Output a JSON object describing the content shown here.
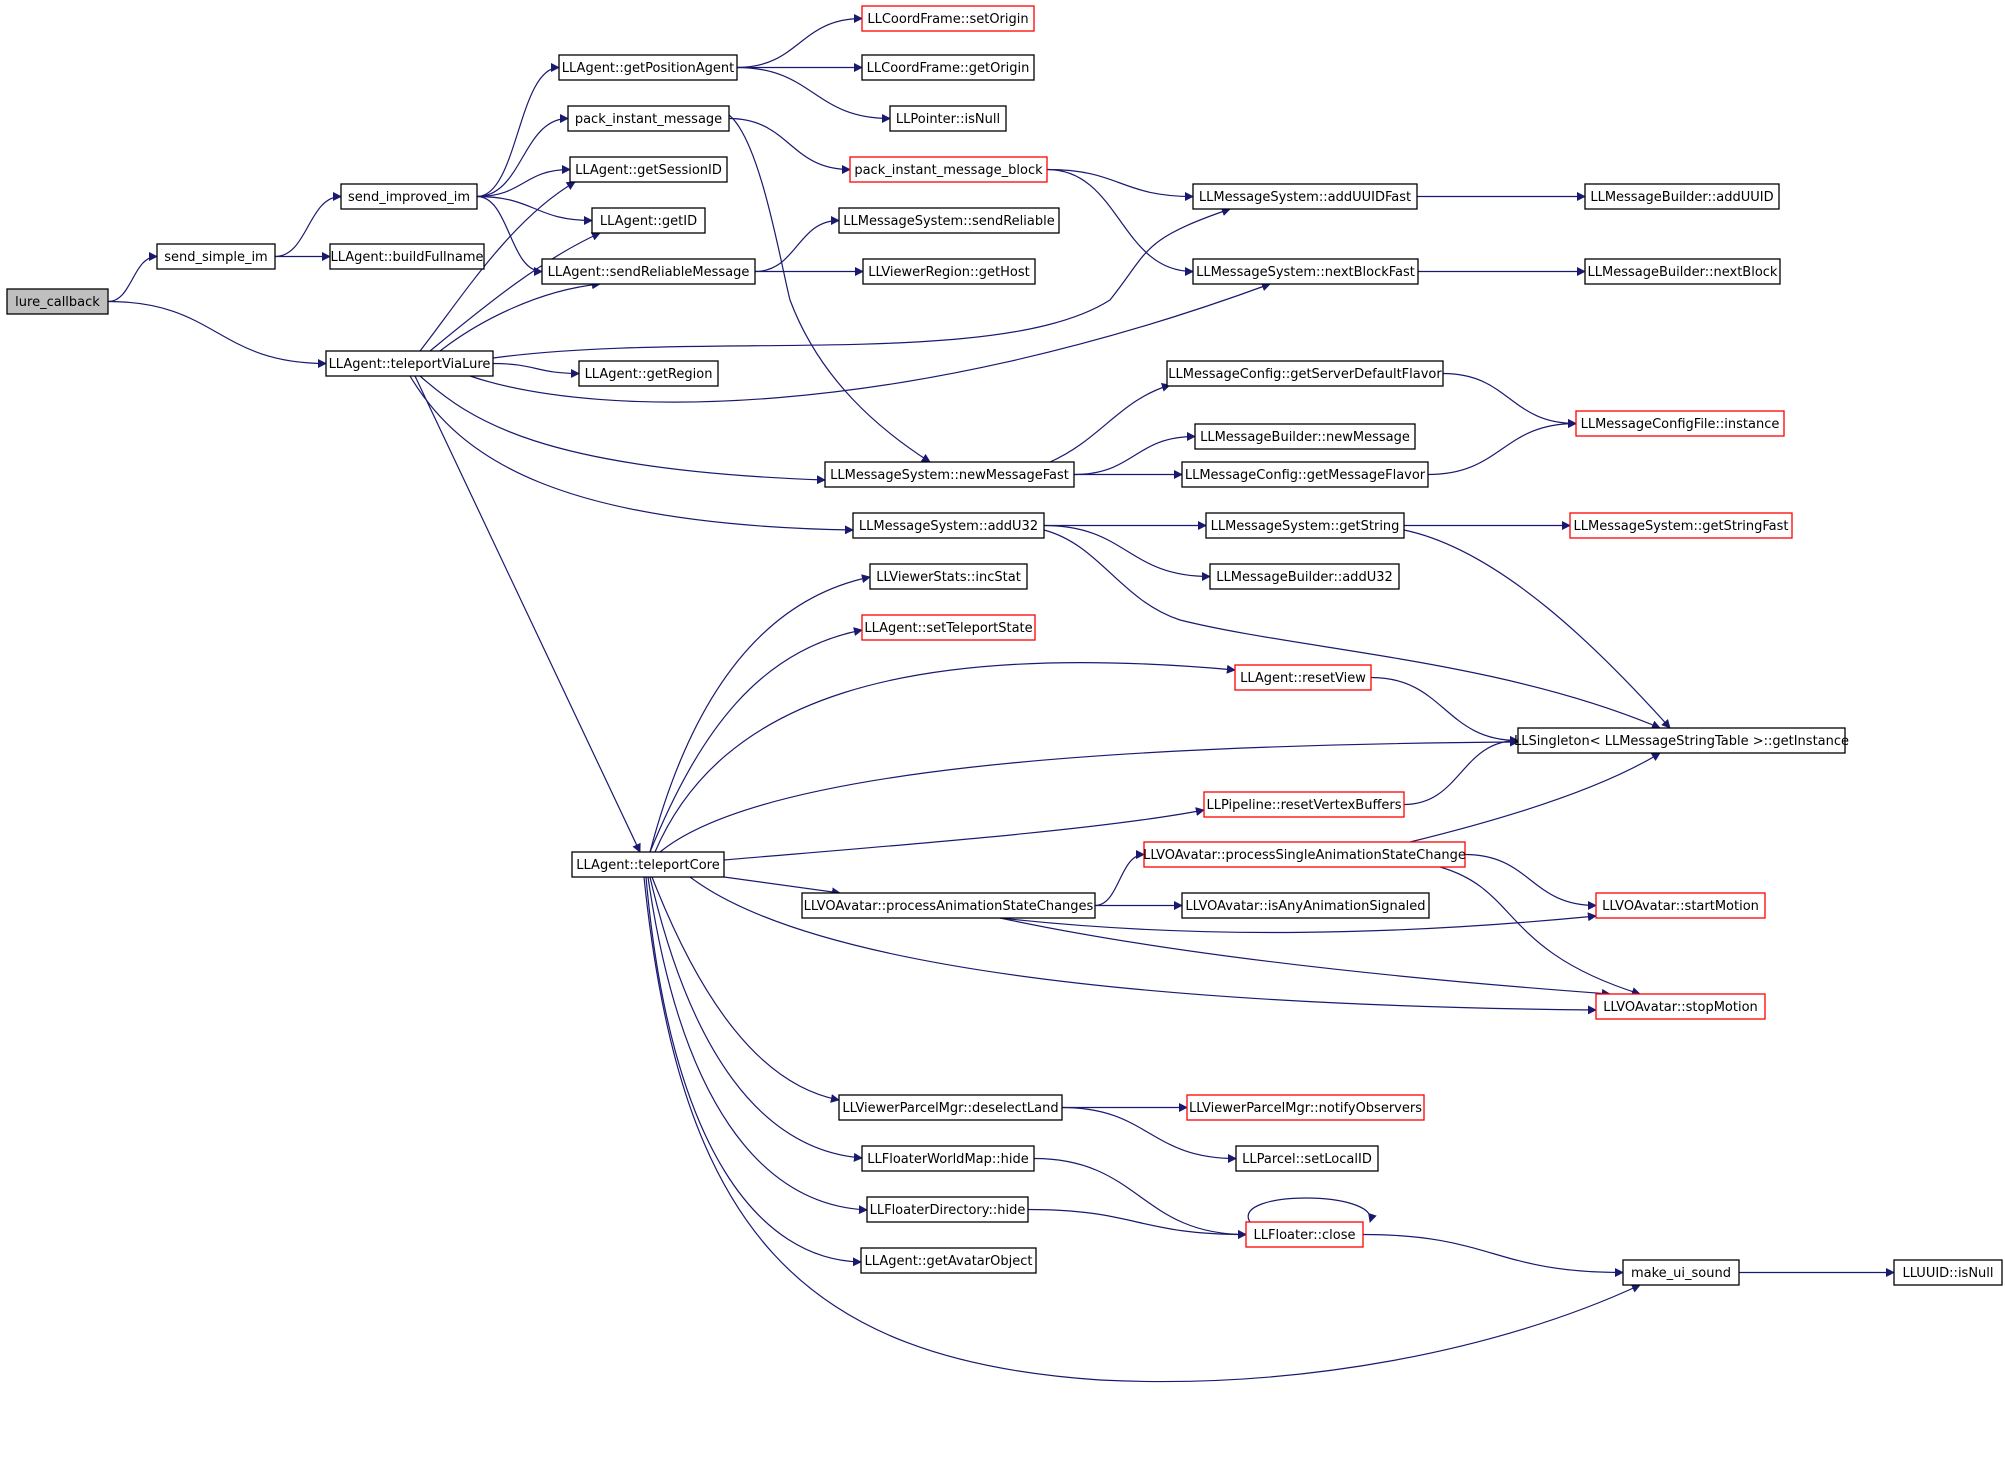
{
  "colors": {
    "background": "#ffffff",
    "edge": "#191970",
    "border_normal": "#000000",
    "border_truncated": "#ff0000",
    "root_fill": "#bfbfbf"
  },
  "nodes": [
    {
      "id": "lure_callback",
      "label": "lure_callback",
      "style": "root"
    },
    {
      "id": "send_simple_im",
      "label": "send_simple_im",
      "style": "normal"
    },
    {
      "id": "send_improved_im",
      "label": "send_improved_im",
      "style": "normal"
    },
    {
      "id": "buildFullname",
      "label": "LLAgent::buildFullname",
      "style": "normal"
    },
    {
      "id": "teleportViaLure",
      "label": "LLAgent::teleportViaLure",
      "style": "normal"
    },
    {
      "id": "getPositionAgent",
      "label": "LLAgent::getPositionAgent",
      "style": "normal"
    },
    {
      "id": "pack_instant_message",
      "label": "pack_instant_message",
      "style": "normal"
    },
    {
      "id": "getSessionID",
      "label": "LLAgent::getSessionID",
      "style": "normal"
    },
    {
      "id": "getID",
      "label": "LLAgent::getID",
      "style": "normal"
    },
    {
      "id": "sendReliableMessage",
      "label": "LLAgent::sendReliableMessage",
      "style": "normal"
    },
    {
      "id": "getRegion",
      "label": "LLAgent::getRegion",
      "style": "normal"
    },
    {
      "id": "teleportCore",
      "label": "LLAgent::teleportCore",
      "style": "normal"
    },
    {
      "id": "setOrigin",
      "label": "LLCoordFrame::setOrigin",
      "style": "truncated"
    },
    {
      "id": "getOrigin",
      "label": "LLCoordFrame::getOrigin",
      "style": "normal"
    },
    {
      "id": "ptrIsNull",
      "label": "LLPointer::isNull",
      "style": "normal"
    },
    {
      "id": "pimb",
      "label": "pack_instant_message_block",
      "style": "truncated"
    },
    {
      "id": "sendReliable",
      "label": "LLMessageSystem::sendReliable",
      "style": "normal"
    },
    {
      "id": "getHost",
      "label": "LLViewerRegion::getHost",
      "style": "normal"
    },
    {
      "id": "newMessageFast",
      "label": "LLMessageSystem::newMessageFast",
      "style": "normal"
    },
    {
      "id": "msAddU32",
      "label": "LLMessageSystem::addU32",
      "style": "normal"
    },
    {
      "id": "incStat",
      "label": "LLViewerStats::incStat",
      "style": "normal"
    },
    {
      "id": "setTeleportState",
      "label": "LLAgent::setTeleportState",
      "style": "truncated"
    },
    {
      "id": "resetView",
      "label": "LLAgent::resetView",
      "style": "truncated"
    },
    {
      "id": "resetVertexBuffers",
      "label": "LLPipeline::resetVertexBuffers",
      "style": "truncated"
    },
    {
      "id": "pasc",
      "label": "LLVOAvatar::processAnimationStateChanges",
      "style": "normal"
    },
    {
      "id": "pssc",
      "label": "LLVOAvatar::processSingleAnimationStateChange",
      "style": "truncated"
    },
    {
      "id": "deselectLand",
      "label": "LLViewerParcelMgr::deselectLand",
      "style": "normal"
    },
    {
      "id": "fwmHide",
      "label": "LLFloaterWorldMap::hide",
      "style": "normal"
    },
    {
      "id": "fdHide",
      "label": "LLFloaterDirectory::hide",
      "style": "normal"
    },
    {
      "id": "getAvatarObject",
      "label": "LLAgent::getAvatarObject",
      "style": "normal"
    },
    {
      "id": "addUUIDFast",
      "label": "LLMessageSystem::addUUIDFast",
      "style": "normal"
    },
    {
      "id": "nextBlockFast",
      "label": "LLMessageSystem::nextBlockFast",
      "style": "normal"
    },
    {
      "id": "getServerDefaultFlavor",
      "label": "LLMessageConfig::getServerDefaultFlavor",
      "style": "normal"
    },
    {
      "id": "mbNewMessage",
      "label": "LLMessageBuilder::newMessage",
      "style": "normal"
    },
    {
      "id": "getMessageFlavor",
      "label": "LLMessageConfig::getMessageFlavor",
      "style": "normal"
    },
    {
      "id": "getString",
      "label": "LLMessageSystem::getString",
      "style": "normal"
    },
    {
      "id": "mbAddU32",
      "label": "LLMessageBuilder::addU32",
      "style": "normal"
    },
    {
      "id": "isAnyAnimationSignaled",
      "label": "LLVOAvatar::isAnyAnimationSignaled",
      "style": "normal"
    },
    {
      "id": "notifyObservers",
      "label": "LLViewerParcelMgr::notifyObservers",
      "style": "truncated"
    },
    {
      "id": "setLocalID",
      "label": "LLParcel::setLocalID",
      "style": "normal"
    },
    {
      "id": "floaterClose",
      "label": "LLFloater::close",
      "style": "truncated"
    },
    {
      "id": "mbAddUUID",
      "label": "LLMessageBuilder::addUUID",
      "style": "normal"
    },
    {
      "id": "mbNextBlock",
      "label": "LLMessageBuilder::nextBlock",
      "style": "normal"
    },
    {
      "id": "configInstance",
      "label": "LLMessageConfigFile::instance",
      "style": "truncated"
    },
    {
      "id": "getStringFast",
      "label": "LLMessageSystem::getStringFast",
      "style": "truncated"
    },
    {
      "id": "getInstance",
      "label": "LLSingleton< LLMessageStringTable >::getInstance",
      "style": "normal"
    },
    {
      "id": "startMotion",
      "label": "LLVOAvatar::startMotion",
      "style": "truncated"
    },
    {
      "id": "stopMotion",
      "label": "LLVOAvatar::stopMotion",
      "style": "truncated"
    },
    {
      "id": "make_ui_sound",
      "label": "make_ui_sound",
      "style": "normal"
    },
    {
      "id": "uuidIsNull",
      "label": "LLUUID::isNull",
      "style": "normal"
    }
  ],
  "edges": [
    [
      "lure_callback",
      "send_simple_im"
    ],
    [
      "lure_callback",
      "teleportViaLure"
    ],
    [
      "send_simple_im",
      "send_improved_im"
    ],
    [
      "send_simple_im",
      "buildFullname"
    ],
    [
      "send_improved_im",
      "getPositionAgent"
    ],
    [
      "send_improved_im",
      "pack_instant_message"
    ],
    [
      "send_improved_im",
      "getSessionID"
    ],
    [
      "send_improved_im",
      "getID"
    ],
    [
      "send_improved_im",
      "sendReliableMessage"
    ],
    [
      "getPositionAgent",
      "setOrigin"
    ],
    [
      "getPositionAgent",
      "getOrigin"
    ],
    [
      "getPositionAgent",
      "ptrIsNull"
    ],
    [
      "pack_instant_message",
      "pimb"
    ],
    [
      "pack_instant_message",
      "newMessageFast"
    ],
    [
      "pimb",
      "addUUIDFast"
    ],
    [
      "pimb",
      "nextBlockFast"
    ],
    [
      "sendReliableMessage",
      "sendReliable"
    ],
    [
      "sendReliableMessage",
      "getHost"
    ],
    [
      "teleportViaLure",
      "getSessionID"
    ],
    [
      "teleportViaLure",
      "getID"
    ],
    [
      "teleportViaLure",
      "sendReliableMessage"
    ],
    [
      "teleportViaLure",
      "getRegion"
    ],
    [
      "teleportViaLure",
      "addUUIDFast"
    ],
    [
      "teleportViaLure",
      "nextBlockFast"
    ],
    [
      "teleportViaLure",
      "newMessageFast"
    ],
    [
      "teleportViaLure",
      "msAddU32"
    ],
    [
      "teleportViaLure",
      "teleportCore"
    ],
    [
      "addUUIDFast",
      "mbAddUUID"
    ],
    [
      "nextBlockFast",
      "mbNextBlock"
    ],
    [
      "newMessageFast",
      "getServerDefaultFlavor"
    ],
    [
      "newMessageFast",
      "mbNewMessage"
    ],
    [
      "newMessageFast",
      "getMessageFlavor"
    ],
    [
      "getServerDefaultFlavor",
      "configInstance"
    ],
    [
      "getMessageFlavor",
      "configInstance"
    ],
    [
      "msAddU32",
      "getString"
    ],
    [
      "msAddU32",
      "mbAddU32"
    ],
    [
      "msAddU32",
      "getInstance"
    ],
    [
      "getString",
      "getStringFast"
    ],
    [
      "getString",
      "getInstance"
    ],
    [
      "teleportCore",
      "incStat"
    ],
    [
      "teleportCore",
      "setTeleportState"
    ],
    [
      "teleportCore",
      "resetView"
    ],
    [
      "teleportCore",
      "getInstance"
    ],
    [
      "teleportCore",
      "resetVertexBuffers"
    ],
    [
      "teleportCore",
      "pasc"
    ],
    [
      "teleportCore",
      "stopMotion"
    ],
    [
      "teleportCore",
      "deselectLand"
    ],
    [
      "teleportCore",
      "fwmHide"
    ],
    [
      "teleportCore",
      "fdHide"
    ],
    [
      "teleportCore",
      "getAvatarObject"
    ],
    [
      "teleportCore",
      "make_ui_sound"
    ],
    [
      "resetView",
      "getInstance"
    ],
    [
      "resetVertexBuffers",
      "getInstance"
    ],
    [
      "pasc",
      "pssc"
    ],
    [
      "pasc",
      "isAnyAnimationSignaled"
    ],
    [
      "pasc",
      "startMotion"
    ],
    [
      "pasc",
      "stopMotion"
    ],
    [
      "pssc",
      "getInstance"
    ],
    [
      "pssc",
      "startMotion"
    ],
    [
      "pssc",
      "stopMotion"
    ],
    [
      "deselectLand",
      "notifyObservers"
    ],
    [
      "deselectLand",
      "setLocalID"
    ],
    [
      "fwmHide",
      "floaterClose"
    ],
    [
      "fdHide",
      "floaterClose"
    ],
    [
      "floaterClose",
      "floaterClose"
    ],
    [
      "floaterClose",
      "make_ui_sound"
    ],
    [
      "make_ui_sound",
      "uuidIsNull"
    ]
  ]
}
